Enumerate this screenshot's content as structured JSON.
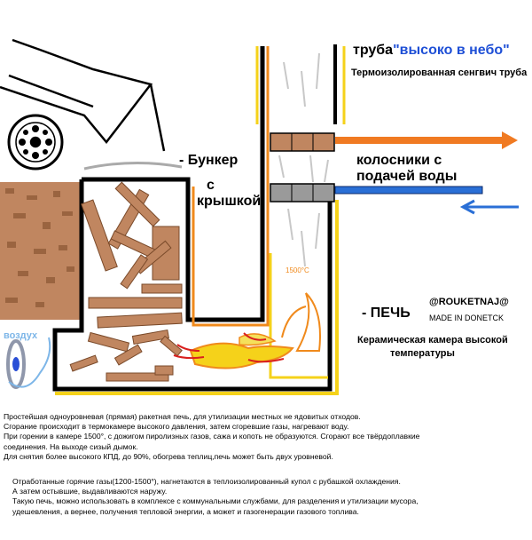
{
  "labels": {
    "pipe_title_prefix": "труба",
    "pipe_title_highlight": "\"высоко в небо\"",
    "pipe_subtitle": "Термоизолированная сенгвич труба",
    "bunker": "- Бункер",
    "lid_line1": "с",
    "lid_line2": "крышкой",
    "grates_line1": "колосники с",
    "grates_line2": "подачей воды",
    "furnace": "- ПЕЧЬ",
    "author": "@ROUKETNAJ@",
    "made_in": "MADE IN DONETCK",
    "temperature": "1500°С",
    "air": "воздух",
    "chamber_line1": "Керамическая камера высокой",
    "chamber_line2": "температуры"
  },
  "description": [
    "Простейшая одноуровневая (прямая) ракетная печь, для утилизации местных не ядовитых отходов.",
    "Сгорание происходит в термокамере высокого давления, затем сгоревшие газы, нагревают воду.",
    "При горении в камере 1500°, с дожигом пиролизных газов, сажа и копоть не образуются. Сгорают все твёрдоплавкие",
    "соединения. На выходе сизый дымок.",
    "Для снятия более высокого КПД, до 90%, обогрева теплиц,печь может быть двух уровневой."
  ],
  "description2": [
    "Отработанные горячие газы(1200-1500°), нагнетаются в теплоизолированный купол с рубашкой охлаждения.",
    "А затем остывшие, выдавливаются наружу.",
    "Такую печь, можно использовать в комплексе с коммунальными службами, для разделения и утилизации мусора,",
    "удешевления, а вернее, получения тепловой энергии, а может и газогенерации газового топлива."
  ],
  "colors": {
    "wall_black": "#000000",
    "insulation_orange": "#f08a1c",
    "insulation_yellow": "#f5d21a",
    "brick": "#c08660",
    "water_blue": "#2a6fd6",
    "hot_orange": "#f07a22",
    "flame": "#f5e05a"
  },
  "icons": [
    "wheelbarrow-icon",
    "fan-icon",
    "arrow-out-icon",
    "arrow-in-icon",
    "flame-icon"
  ]
}
